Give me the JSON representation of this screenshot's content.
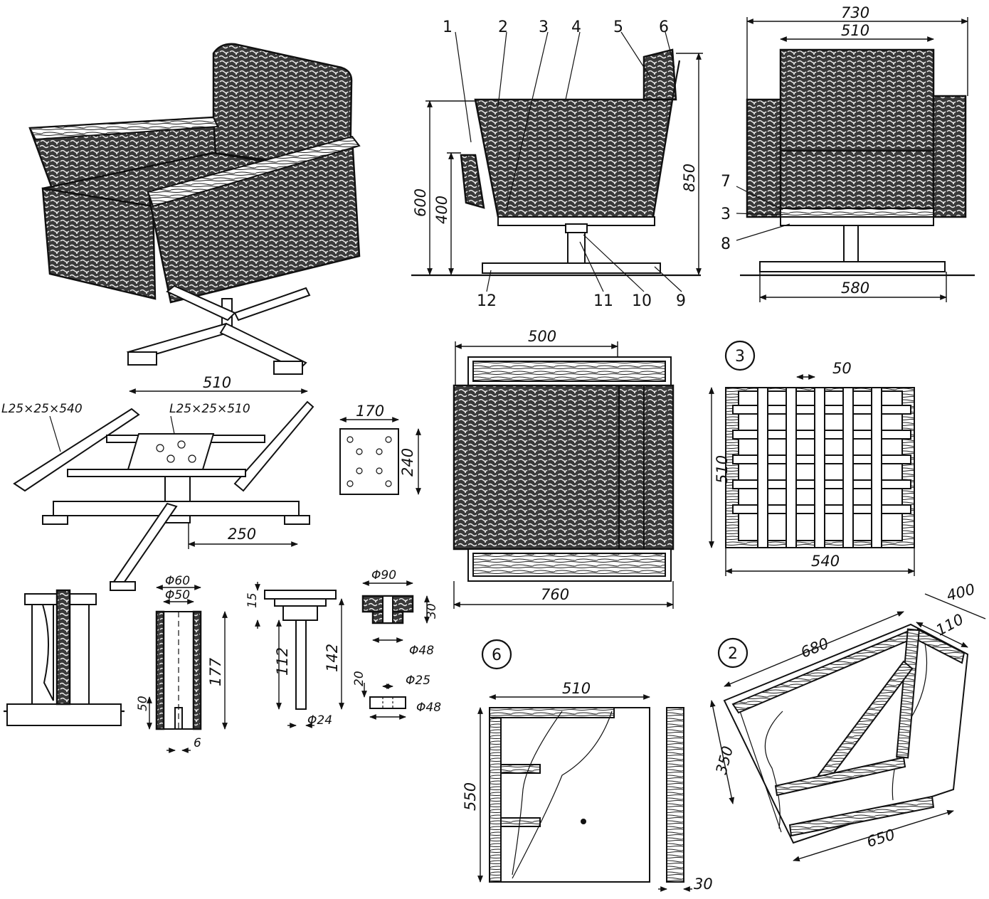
{
  "chair_parts": [
    "1",
    "2",
    "3",
    "4",
    "5",
    "6",
    "7",
    "8",
    "9",
    "10",
    "11",
    "12"
  ],
  "side_view": {
    "dims": [
      "600",
      "400",
      "850"
    ]
  },
  "front_view": {
    "dims": [
      "730",
      "510",
      "580"
    ],
    "labels": [
      "7",
      "3",
      "8"
    ]
  },
  "frame": {
    "dims": [
      "510",
      "250"
    ],
    "angle_labels": [
      "L25×25×540",
      "L25×25×510"
    ]
  },
  "plate": {
    "dims": [
      "170",
      "240"
    ]
  },
  "seat_top": {
    "dims": [
      "500",
      "760"
    ]
  },
  "seat_frame": {
    "circle": "3",
    "dims": [
      "50",
      "510",
      "540"
    ]
  },
  "tube": {
    "dims": [
      "Φ60",
      "Φ50",
      "50",
      "177",
      "6"
    ]
  },
  "shaft": {
    "dims": [
      "15",
      "112",
      "142",
      "Φ24"
    ]
  },
  "bushing": {
    "dims": [
      "Φ90",
      "30",
      "Φ48"
    ]
  },
  "washer": {
    "dims": [
      "20",
      "Φ25",
      "Φ48"
    ]
  },
  "backrest": {
    "circle": "6",
    "dims": [
      "510",
      "550",
      "30"
    ]
  },
  "armrest": {
    "circle": "2",
    "dims": [
      "400",
      "110",
      "680",
      "350",
      "650"
    ]
  }
}
